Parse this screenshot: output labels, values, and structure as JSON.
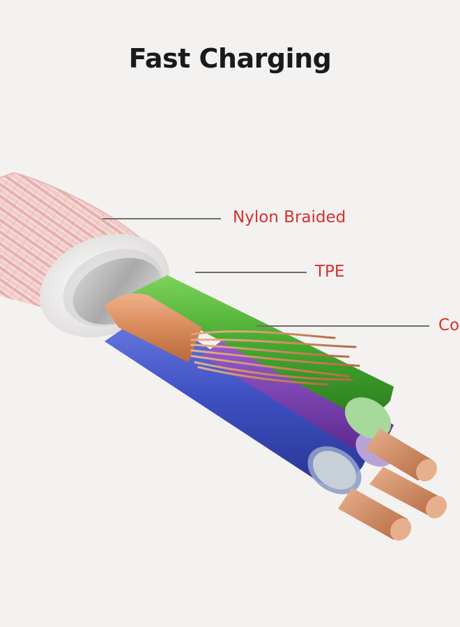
{
  "title": "Fast Charging",
  "labels": {
    "nylon": "Nylon Braided",
    "tpe": "TPE",
    "copper": "Co"
  },
  "colors": {
    "background": "#f3f2f1",
    "title": "#1a1a1a",
    "label": "#d9302b",
    "leader_line": "#6d6d6d",
    "braid": "#e8b7b4",
    "tpe_ring": "#e9e7e6",
    "wire_orange": "#d98a5a",
    "wire_green": "#52b93a",
    "wire_blue": "#3e4fc2",
    "wire_purple": "#7a3ab4",
    "copper": "#c9835b"
  },
  "icons": [
    "cable-cross-section-illustration"
  ]
}
